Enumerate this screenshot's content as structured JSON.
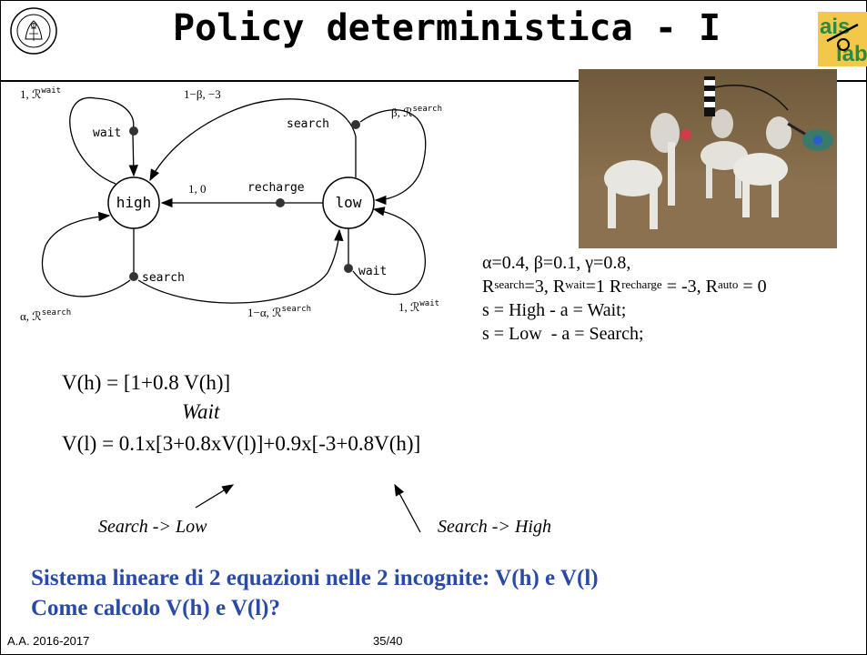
{
  "slide": {
    "title": "Policy deterministica - I"
  },
  "diagram": {
    "states": {
      "high": "high",
      "low": "low"
    },
    "actions": {
      "wait_high": "wait",
      "search_high": "search",
      "search_low": "search",
      "recharge": "recharge",
      "wait_low": "wait"
    },
    "edge_labels": {
      "wait_high_reward_base": "1, ℛ",
      "wait_high_reward_sup": "wait",
      "search_low_fail": "1−β, −3",
      "search_low_success_base": "β, ℛ",
      "search_low_success_sup": "search",
      "recharge_reward": "1, 0",
      "search_high_success_base": "α, ℛ",
      "search_high_success_sup": "search",
      "search_high_fail_base": "1−α, ℛ",
      "search_high_fail_sup": "search",
      "wait_low_reward_base": "1, ℛ",
      "wait_low_reward_sup": "wait"
    }
  },
  "params": {
    "line1": "α=0.4, β=0.1, γ=0.8,",
    "r_search_label": "R",
    "r_search_sup": "search",
    "r_search_val": "=3, ",
    "r_wait_label": "R",
    "r_wait_sup": "wait",
    "r_wait_val": "=1 ",
    "r_recharge_label": "R",
    "r_recharge_sup": "recharge",
    "r_recharge_val": " = -3, ",
    "r_auto_label": "R",
    "r_auto_sup": "auto",
    "r_auto_val": " = 0",
    "line3": "s = High - a = Wait;",
    "line4": "s = Low  - a = Search;"
  },
  "equations": {
    "vh": "V(h) = [1+0.8 V(h)]",
    "wait_note": "Wait",
    "vl": "V(l) = 0.1x[3+0.8xV(l)]+0.9x[-3+0.8V(h)]",
    "search_low_note": "Search -> Low",
    "search_high_note": "Search -> High"
  },
  "conclusion": {
    "line1": "Sistema lineare di 2 equazioni nelle 2 incognite: V(h) e V(l)",
    "line2": "Come calcolo V(h) e V(l)?"
  },
  "footer": {
    "academic_year": "A.A. 2016-2017",
    "page": "35/40"
  }
}
